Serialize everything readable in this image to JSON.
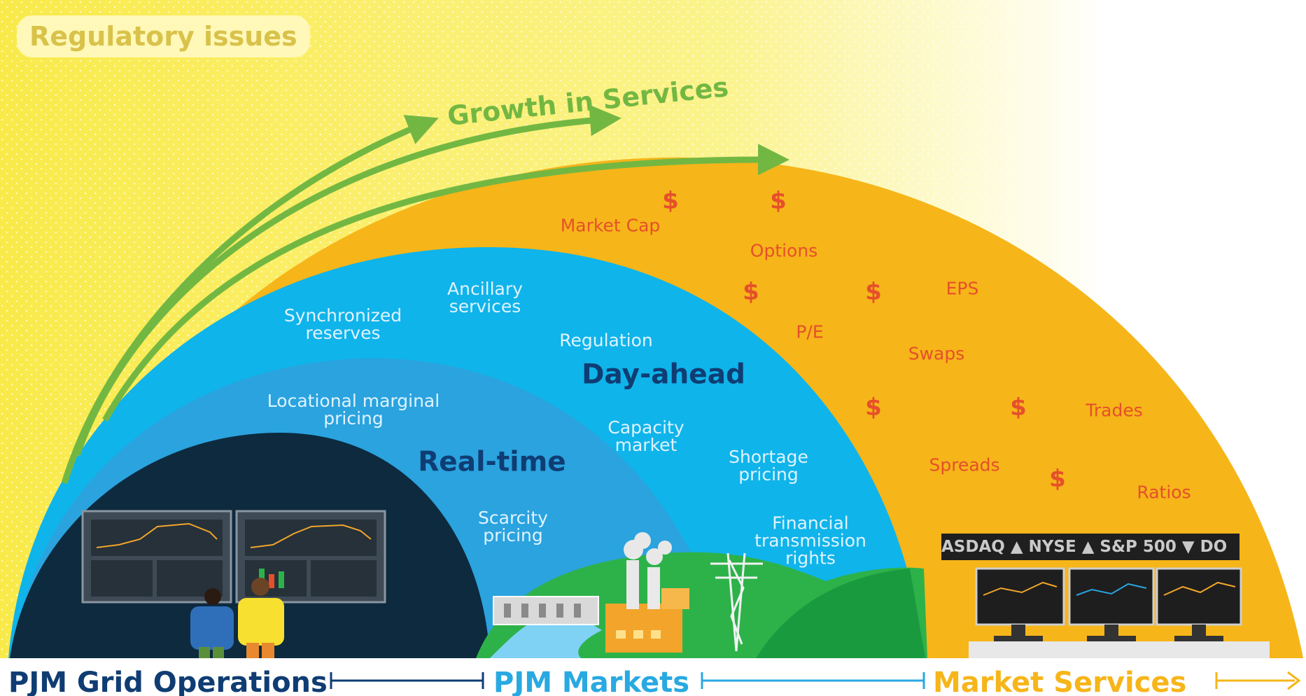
{
  "header": {
    "regulatory": "Regulatory issues",
    "growth": "Growth in Services"
  },
  "zones": {
    "realtime": "Real-time",
    "dayahead": "Day-ahead"
  },
  "blue_labels": [
    "Synchronized\nreserves",
    "Ancillary\nservices",
    "Regulation",
    "Locational marginal\npricing",
    "Capacity\nmarket",
    "Shortage\npricing",
    "Scarcity\npricing",
    "Financial\ntransmission\nrights"
  ],
  "orange_labels": [
    "Market Cap",
    "Options",
    "EPS",
    "P/E",
    "Swaps",
    "Trades",
    "Spreads",
    "Ratios"
  ],
  "dollar_sign": "$",
  "ticker": {
    "text": "ASDAQ ▲ NYSE ▲ S&P 500 ▼ DO"
  },
  "bottom": {
    "grid_ops": "PJM Grid Operations",
    "markets": "PJM Markets",
    "services": "Market Services"
  },
  "colors": {
    "background_yellow": "#fbf27a",
    "services_orange": "#f6b519",
    "markets_blue": "#0fb4ea",
    "realtime_blue": "#2aa3df",
    "control_dark": "#0d2a3e",
    "growth_green": "#73b743",
    "hill_green": "#2db24a",
    "grid_ops_text": "#0f3d73",
    "markets_text": "#29a9e1",
    "services_text": "#f6b519"
  }
}
